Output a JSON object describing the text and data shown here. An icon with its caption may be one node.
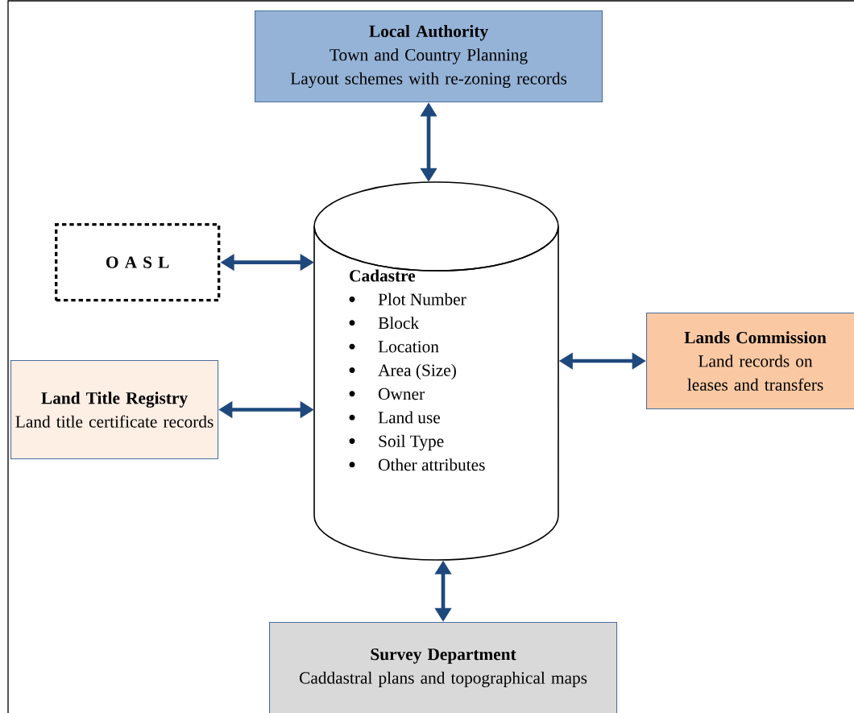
{
  "diagram": {
    "nodes": [
      {
        "text": [
          "Local Authority",
          "Town and Country Planning",
          "Layout schemes with re-zoning records"
        ]
      },
      {
        "text": [
          "O A S L"
        ]
      },
      {
        "text": [
          "Cadastre",
          "Plot Number",
          "Block",
          "Location",
          "Area (Size)",
          "Owner",
          "Land use",
          "Soil Type",
          "Other attributes"
        ]
      },
      {
        "text": [
          "Lands Commission",
          "Land records on leases and transfers"
        ]
      },
      {
        "text": [
          "Land Title Registry",
          "Land title certificate records"
        ]
      },
      {
        "text": [
          "Survey Department",
          "Caddastral plans and topographical maps"
        ]
      }
    ],
    "edges": [
      {
        "from": 0,
        "to": 2,
        "arrow": "both"
      },
      {
        "from": 1,
        "to": 2,
        "arrow": "both"
      },
      {
        "from": 3,
        "to": 2,
        "arrow": "both"
      },
      {
        "from": 4,
        "to": 2,
        "arrow": "both"
      },
      {
        "from": 5,
        "to": 2,
        "arrow": "both"
      }
    ]
  }
}
